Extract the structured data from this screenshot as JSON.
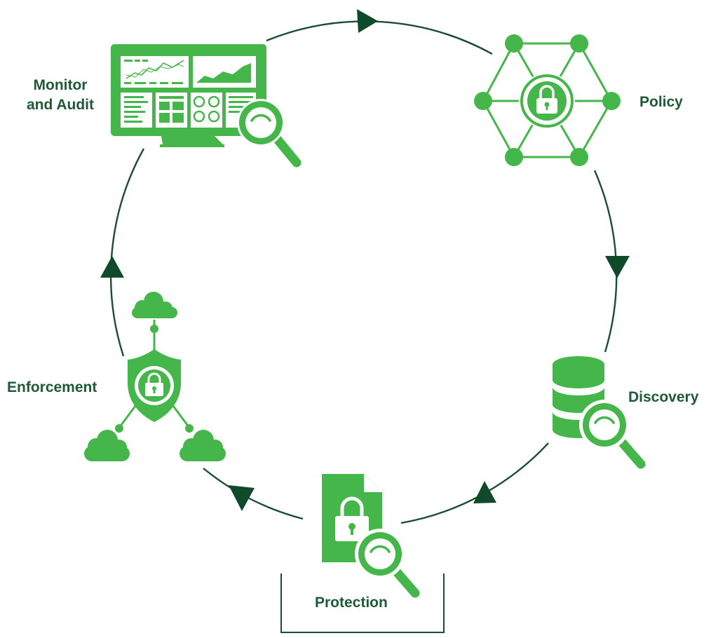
{
  "diagram": {
    "stages": {
      "monitor": {
        "label_line1": "Monitor",
        "label_line2": "and Audit",
        "icon": "monitor-dashboard-search-icon"
      },
      "policy": {
        "label": "Policy",
        "icon": "hexagon-network-lock-icon"
      },
      "discovery": {
        "label": "Discovery",
        "icon": "database-search-icon"
      },
      "protection": {
        "label": "Protection",
        "icon": "locked-document-search-icon"
      },
      "enforcement": {
        "label": "Enforcement",
        "icon": "shield-lock-cloud-network-icon"
      }
    },
    "colors": {
      "icon_green": "#45b649",
      "cycle_line": "#1b4d31",
      "arrow_head": "#0f4a2a",
      "label_text": "#1f5a37"
    }
  }
}
